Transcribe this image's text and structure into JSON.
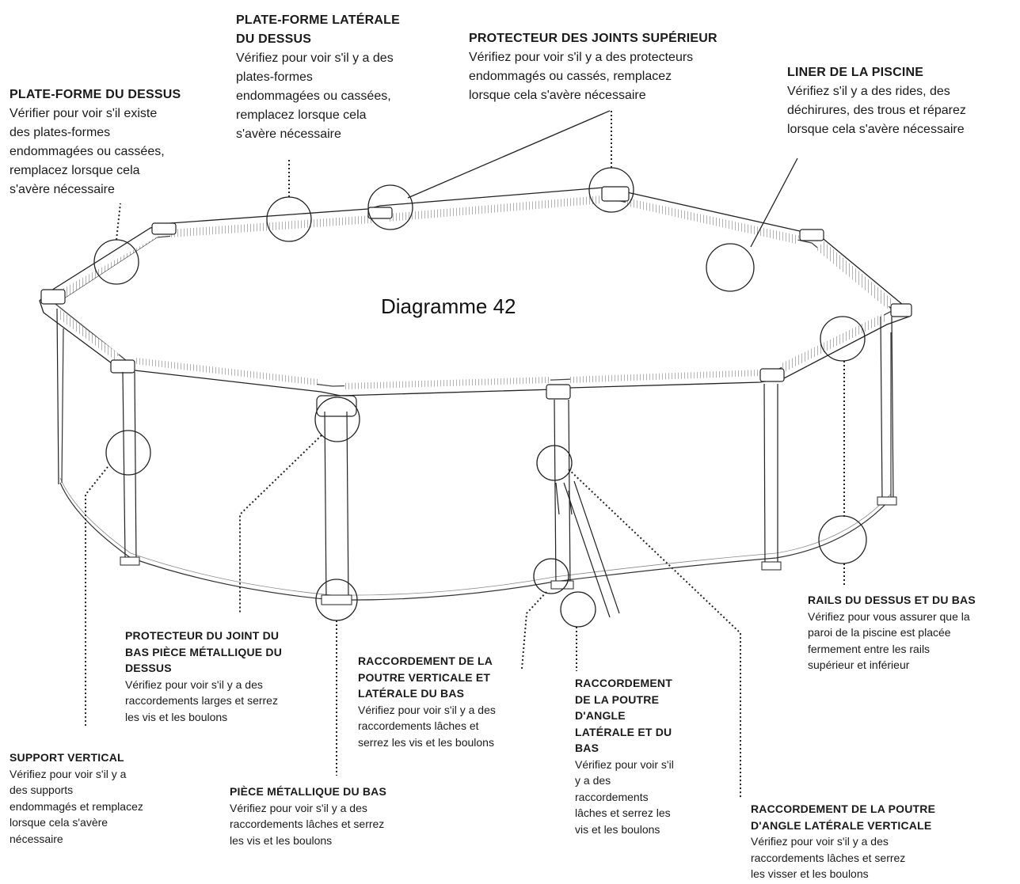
{
  "diagram": {
    "title": "Diagramme 42",
    "callouts": {
      "top_seat": {
        "title": "PLATE-FORME DU DESSUS",
        "body": "Vérifier pour voir s'il existe\ndes plates-formes\nendommagées ou cassées,\nremplacez lorsque cela\ns'avère nécessaire"
      },
      "side_top_seat": {
        "title": "PLATE-FORME LATÉRALE\nDU DESSUS",
        "body": "Vérifiez pour voir s'il y a des\nplates-formes\nendommagées ou cassées,\nremplacez lorsque cela\ns'avère nécessaire"
      },
      "top_joint_cover": {
        "title": "PROTECTEUR DES JOINTS SUPÉRIEUR",
        "body": "Vérifiez pour voir s'il y a des protecteurs\nendommagés ou cassés, remplacez\nlorsque cela s'avère nécessaire"
      },
      "pool_liner": {
        "title": "LINER DE LA PISCINE",
        "body": "Vérifiez s'il y a des rides, des\ndéchirures, des trous et réparez\nlorsque cela s'avère nécessaire"
      },
      "rails": {
        "title": "RAILS DU DESSUS ET DU BAS",
        "body": "Vérifiez pour vous assurer que la\nparoi de la piscine est placée\nfermement entre les rails\nsupérieur et inférieur"
      },
      "bottom_joint_cover": {
        "title": "PROTECTEUR DU JOINT DU\nBAS PIÈCE MÉTALLIQUE DU\nDESSUS",
        "body": "Vérifiez pour voir s'il y a des\nraccordements larges et serrez\nles vis et les boulons"
      },
      "vertical_lateral_beam": {
        "title": "RACCORDEMENT DE LA\nPOUTRE VERTICALE ET\nLATÉRALE DU BAS",
        "body": "Vérifiez pour voir s'il y a des\nraccordements lâches et\nserrez les vis et les boulons"
      },
      "angle_beam_bottom": {
        "title": "RACCORDEMENT\nDE LA POUTRE\nD'ANGLE\nLATÉRALE ET DU\nBAS",
        "body": "Vérifiez pour voir s'il\ny a des\nraccordements\nlâches et serrez les\nvis et les boulons"
      },
      "vertical_support": {
        "title": "SUPPORT VERTICAL",
        "body": "Vérifiez pour voir s'il y a\ndes supports\nendommagés et remplacez\nlorsque cela s'avère\nnécessaire"
      },
      "bottom_hardware": {
        "title": "PIÈCE MÉTALLIQUE DU BAS",
        "body": "Vérifiez pour voir s'il y a des\nraccordements lâches et serrez\nles vis et les boulons"
      },
      "angle_beam_vertical": {
        "title": "RACCORDEMENT DE LA POUTRE\nD'ANGLE LATÉRALE VERTICALE",
        "body": "Vérifiez pour voir s'il y a des\nraccordements lâches et serrez\nles visser et les boulons"
      }
    }
  }
}
